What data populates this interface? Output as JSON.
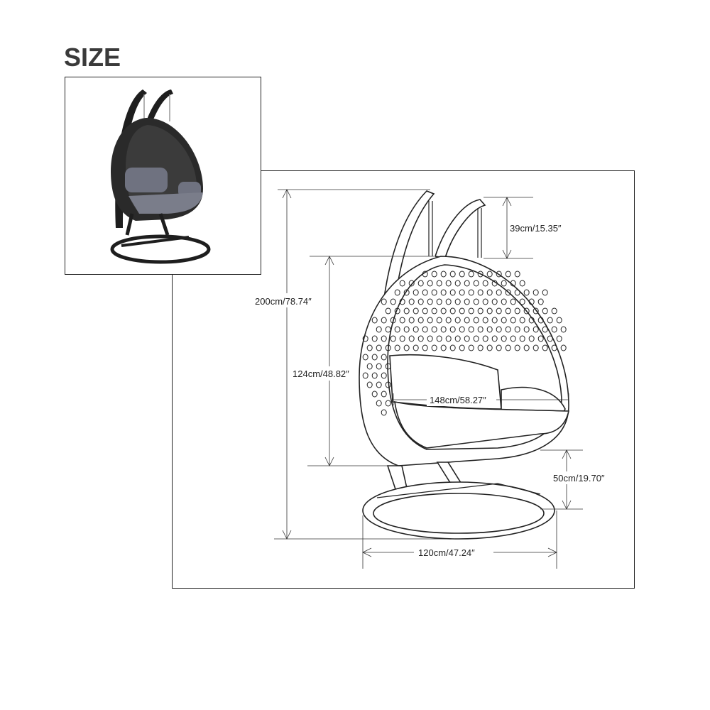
{
  "title": "SIZE",
  "dimensions": {
    "total_height": "200cm/78.74″",
    "chain_length": "39cm/15.35″",
    "basket_height": "124cm/48.82″",
    "basket_width": "148cm/58.27″",
    "seat_height": "50cm/19.70″",
    "base_diameter": "120cm/47.24″"
  },
  "colors": {
    "photo_frame": "#1e1e1e",
    "cushion": "#6f7280",
    "line": "#222222"
  }
}
